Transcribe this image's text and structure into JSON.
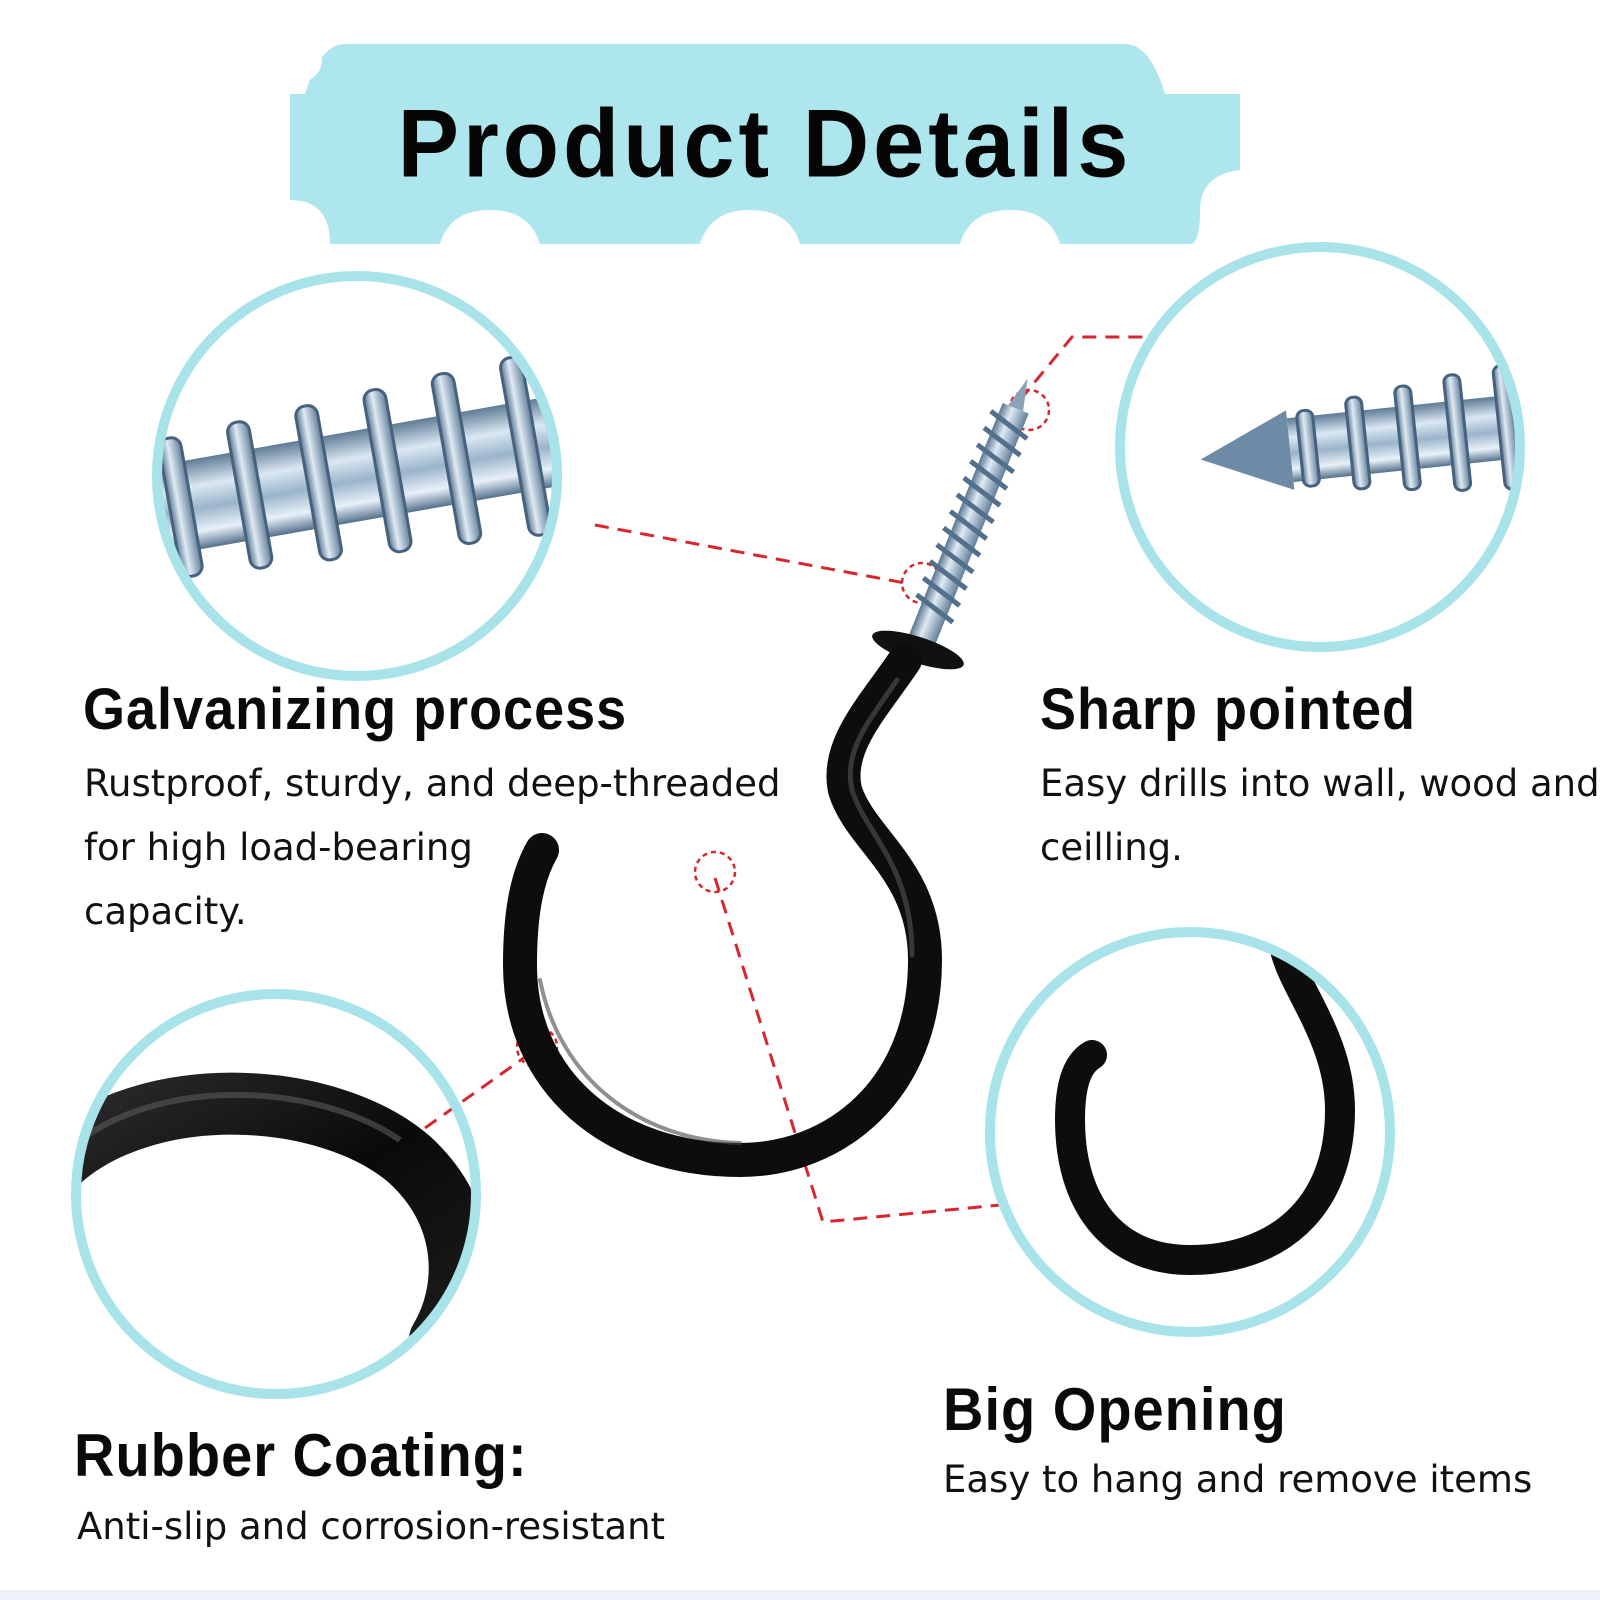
{
  "title": "Product Details",
  "features": [
    {
      "heading": "Galvanizing process",
      "lines": [
        "Rustproof, sturdy, and deep-threaded",
        "for high load-bearing",
        "capacity."
      ]
    },
    {
      "heading": "Sharp pointed",
      "lines": [
        "Easy drills into wall, wood and",
        "ceilling."
      ]
    },
    {
      "heading": "Rubber Coating:",
      "lines": [
        "Anti-slip and corrosion-resistant"
      ]
    },
    {
      "heading": "Big Opening",
      "lines": [
        "Easy to hang and remove items"
      ]
    }
  ],
  "colors": {
    "banner": "#ade6ec",
    "circle_ring": "#a7e3e8",
    "leader_line": "#d8262f",
    "hook": "#0d0d0d",
    "screw": "#9bb6cc"
  },
  "icons": [
    "cup-hook-image",
    "screw-thread-closeup",
    "screw-tip-closeup",
    "rubber-coating-closeup",
    "hook-opening-closeup"
  ]
}
